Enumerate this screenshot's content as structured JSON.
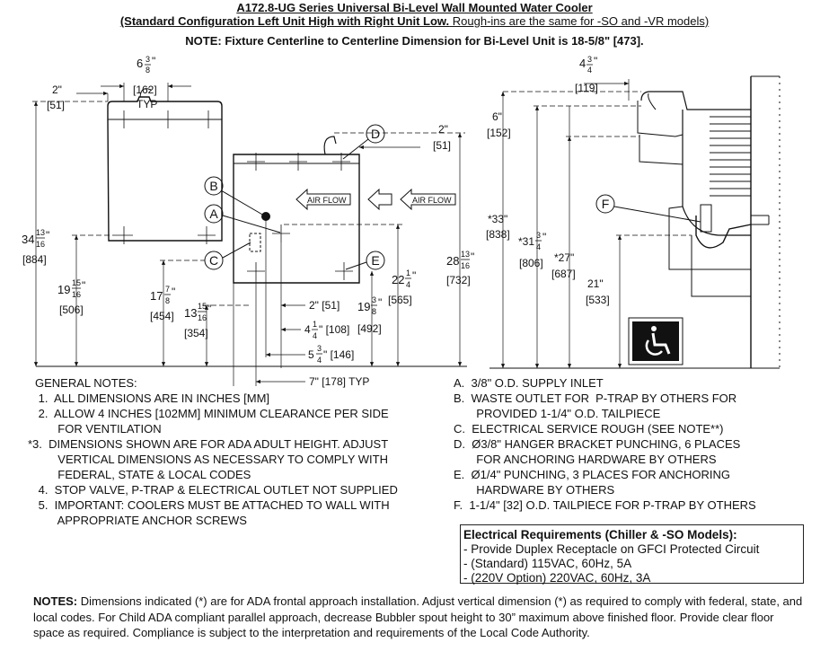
{
  "header": {
    "title": "A172.8-UG Series Universal Bi-Level Wall Mounted Water Cooler",
    "subtitle_bold": "(Standard Configuration Left Unit High with Right Unit Low.",
    "subtitle_rest": " Rough-ins are the same for -SO and -VR models)",
    "note": "NOTE: Fixture Centerline to Centerline Dimension for Bi-Level Unit is 18-5/8\" [473]."
  },
  "dimensions": {
    "top_width_whole": "6",
    "top_width_num": "3",
    "top_width_den": "8",
    "top_width_mm": "[162]",
    "top_width_typ": "TYP",
    "left_offset": "2\"",
    "left_offset_mm": "[51]",
    "right_offset": "2\"",
    "right_offset_mm": "[51]",
    "h34_whole": "34",
    "h34_num": "13",
    "h34_den": "16",
    "h34_mm": "[884]",
    "h19_whole": "19",
    "h19_num": "15",
    "h19_den": "16",
    "h19_mm": "[506]",
    "h17_whole": "17",
    "h17_num": "7",
    "h17_den": "8",
    "h17_mm": "[454]",
    "h13_whole": "13",
    "h13_num": "15",
    "h13_den": "16",
    "h13_mm": "[354]",
    "h22_whole": "22",
    "h22_num": "1",
    "h22_den": "4",
    "h22_mm": "[565]",
    "h28_whole": "28",
    "h28_num": "13",
    "h28_den": "16",
    "h28_mm": "[732]",
    "h19b_whole": "19",
    "h19b_num": "3",
    "h19b_den": "8",
    "h19b_mm": "[492]",
    "w2": "2\" [51]",
    "w4_whole": "4",
    "w4_num": "1",
    "w4_den": "4",
    "w4_mm": "\" [108]",
    "w5_whole": "5",
    "w5_num": "3",
    "w5_den": "4",
    "w5_mm": "\" [146]",
    "w7": "7\" [178] TYP",
    "s_depth_whole": "4",
    "s_depth_num": "3",
    "s_depth_den": "4",
    "s_depth_mm": "[119]",
    "s6": "6\"",
    "s6_mm": "[152]",
    "s33": "*33\"",
    "s33_mm": "[838]",
    "s31_whole": "*31",
    "s31_num": "3",
    "s31_den": "4",
    "s31_mm": "[806]",
    "s27": "*27\"",
    "s27_mm": "[687]",
    "s21": "21\"",
    "s21_mm": "[533]",
    "inch": "\""
  },
  "callouts": {
    "a": "A",
    "b": "B",
    "c": "C",
    "d": "D",
    "e": "E",
    "f": "F"
  },
  "airflow": {
    "label": "AIR FLOW"
  },
  "general_notes": {
    "heading": "GENERAL NOTES:",
    "lines": [
      " 1.  ALL DIMENSIONS ARE IN INCHES [MM]",
      " 2.  ALLOW 4 INCHES [102MM] MINIMUM CLEARANCE PER SIDE",
      "       FOR VENTILATION",
      "*3.  DIMENSIONS SHOWN ARE FOR ADA ADULT HEIGHT. ADJUST",
      "       VERTICAL DIMENSIONS AS NECESSARY TO COMPLY WITH",
      "       FEDERAL, STATE & LOCAL CODES",
      " 4.  STOP VALVE, P-TRAP & ELECTRICAL OUTLET NOT SUPPLIED",
      " 5.  IMPORTANT: COOLERS MUST BE ATTACHED TO WALL WITH",
      "       APPROPRIATE ANCHOR SCREWS"
    ]
  },
  "legend_notes": {
    "lines": [
      "A.  3/8\" O.D. SUPPLY INLET",
      "B.  WASTE OUTLET FOR  P-TRAP BY OTHERS FOR",
      "       PROVIDED 1-1/4\" O.D. TAILPIECE",
      "C.  ELECTRICAL SERVICE ROUGH (SEE NOTE**)",
      "D.  Ø3/8\" HANGER BRACKET PUNCHING, 6 PLACES",
      "       FOR ANCHORING HARDWARE BY OTHERS",
      "E.  Ø1/4\" PUNCHING, 3 PLACES FOR ANCHORING",
      "       HARDWARE BY OTHERS",
      "F.  1-1/4\" [32] O.D. TAILPIECE FOR P-TRAP BY OTHERS"
    ]
  },
  "electrical": {
    "heading": "Electrical Requirements (Chiller & -SO Models):",
    "lines": [
      "- Provide Duplex Receptacle on GFCI Protected Circuit",
      "- (Standard) 115VAC, 60Hz, 5A",
      "- (220V Option) 220VAC, 60Hz, 3A"
    ]
  },
  "footer": {
    "label": "NOTES:",
    "text": " Dimensions indicated (*) are for ADA frontal approach installation. Adjust vertical dimension (*) as required to comply with federal, state, and local codes. For Child ADA compliant parallel approach, decrease Bubbler spout height to 30” maximum above finished floor. Provide clear floor space as required. Compliance is subject to the interpretation and requirements of the Local Code Authority."
  },
  "colors": {
    "line": "#111111",
    "fill": "#ffffff",
    "accent": "#000000"
  }
}
